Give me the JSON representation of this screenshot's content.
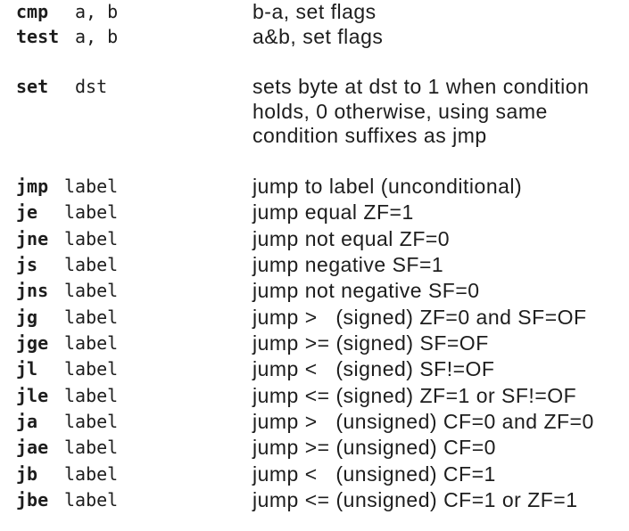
{
  "page": {
    "background": "#ffffff",
    "text_color": "#1d1d1d"
  },
  "compare_block": {
    "rows": [
      {
        "mnemonic": "cmp",
        "operands": "a, b",
        "description": "b-a, set flags"
      },
      {
        "mnemonic": "test",
        "operands": "a, b",
        "description": "a&b, set flags"
      }
    ]
  },
  "set_block": {
    "mnemonic": "set",
    "operands": "dst",
    "description_lines": [
      "sets byte at dst to 1 when condition",
      "holds, 0 otherwise, using same",
      "condition suffixes as jmp"
    ]
  },
  "jump_block": {
    "rows": [
      {
        "mnemonic": "jmp",
        "operands": "label",
        "description": "jump to label (unconditional)"
      },
      {
        "mnemonic": "je",
        "operands": "label",
        "description": "jump equal ZF=1"
      },
      {
        "mnemonic": "jne",
        "operands": "label",
        "description": "jump not equal ZF=0"
      },
      {
        "mnemonic": "js",
        "operands": "label",
        "description": "jump negative SF=1"
      },
      {
        "mnemonic": "jns",
        "operands": "label",
        "description": "jump not negative SF=0"
      },
      {
        "mnemonic": "jg",
        "operands": "label",
        "description": "jump >   (signed) ZF=0 and SF=OF"
      },
      {
        "mnemonic": "jge",
        "operands": "label",
        "description": "jump >= (signed) SF=OF"
      },
      {
        "mnemonic": "jl",
        "operands": "label",
        "description": "jump <   (signed) SF!=OF"
      },
      {
        "mnemonic": "jle",
        "operands": "label",
        "description": "jump <= (signed) ZF=1 or SF!=OF"
      },
      {
        "mnemonic": "ja",
        "operands": "label",
        "description": "jump >   (unsigned) CF=0 and ZF=0"
      },
      {
        "mnemonic": "jae",
        "operands": "label",
        "description": "jump >= (unsigned) CF=0"
      },
      {
        "mnemonic": "jb",
        "operands": "label",
        "description": "jump <   (unsigned) CF=1"
      },
      {
        "mnemonic": "jbe",
        "operands": "label",
        "description": "jump <= (unsigned) CF=1 or ZF=1"
      }
    ]
  }
}
